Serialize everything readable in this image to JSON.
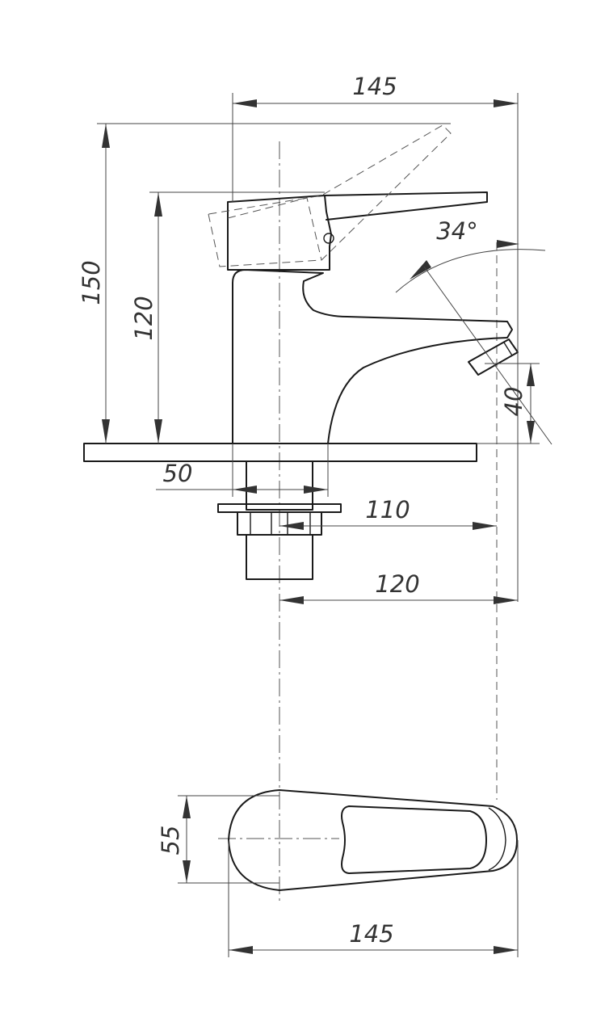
{
  "dimensions": {
    "overall_length_top": "145",
    "total_height": "150",
    "handle_height": "120",
    "spout_height": "40",
    "lever_angle": "34°",
    "body_width": "50",
    "spout_reach": "110",
    "axis_to_end": "120",
    "handle_width": "55",
    "overall_length_bottom": "145"
  }
}
